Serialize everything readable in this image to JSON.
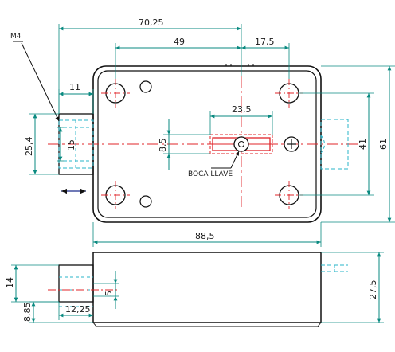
{
  "labels": {
    "thread": "M4",
    "keyhole": "BOCA LLAVE"
  },
  "dimensions": {
    "overall_offset": "70,25",
    "hole_spacing_top": "49",
    "right_offset": "17,5",
    "body_width": "88,5",
    "keyhole_width": "23,5",
    "keyhole_height": "8,5",
    "hole_spacing_vertical": "41",
    "body_height": "61",
    "bolt_length": "11",
    "bolt_height": "25,4",
    "bolt_inner": "15",
    "side_body_height": "27,5",
    "side_bolt_height": "14",
    "side_bolt_offset": "8,85",
    "side_bolt_depth": "12,25",
    "side_small": "5"
  },
  "colors": {
    "outline": "#111111",
    "dimension": "#0a8a80",
    "centerline": "#e0242a",
    "hidden": "#28b4c8",
    "arrow": "#1a2b8c"
  }
}
